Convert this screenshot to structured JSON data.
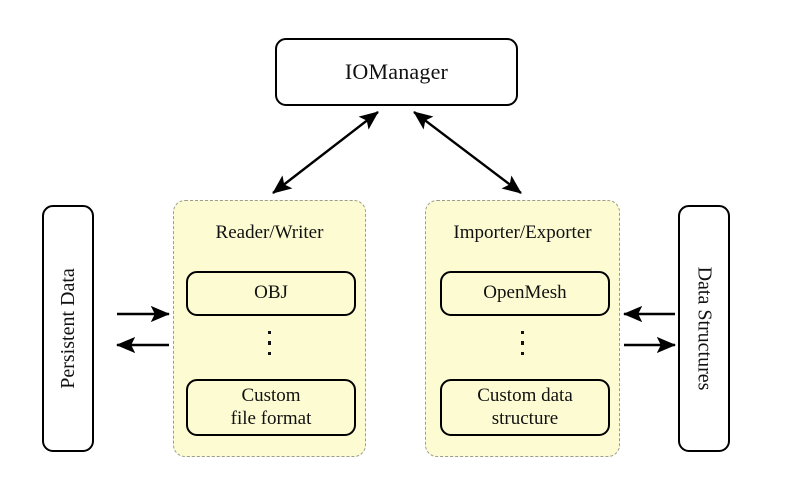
{
  "diagram": {
    "title_node": {
      "label": "IOManager"
    },
    "left_external": {
      "label": "Persistent Data"
    },
    "right_external": {
      "label": "Data Structures"
    },
    "groups": [
      {
        "name": "reader-writer",
        "title": "Reader/Writer",
        "entries": [
          {
            "label": "OBJ"
          },
          {
            "label": "Custom\nfile format",
            "line1": "Custom",
            "line2": "file format"
          }
        ],
        "ellipsis": "vertical-dots"
      },
      {
        "name": "importer-exporter",
        "title": "Importer/Exporter",
        "entries": [
          {
            "label": "OpenMesh"
          },
          {
            "label": "Custom data\nstructure",
            "line1": "Custom data",
            "line2": "structure"
          }
        ],
        "ellipsis": "vertical-dots"
      }
    ],
    "connections": [
      {
        "name": "iomanager-to-reader-writer",
        "type": "double-headed-arrow"
      },
      {
        "name": "iomanager-to-importer-exporter",
        "type": "double-headed-arrow"
      },
      {
        "name": "persistent-data-to-reader-writer",
        "type": "arrow-right"
      },
      {
        "name": "reader-writer-to-persistent-data",
        "type": "arrow-left"
      },
      {
        "name": "data-structures-to-importer-exporter",
        "type": "arrow-left"
      },
      {
        "name": "importer-exporter-to-data-structures",
        "type": "arrow-right"
      }
    ],
    "colors": {
      "panel_fill": "#fcfbd2",
      "panel_border": "#9c9c93",
      "node_border": "#000000",
      "text": "#111111",
      "background": "#ffffff"
    }
  }
}
